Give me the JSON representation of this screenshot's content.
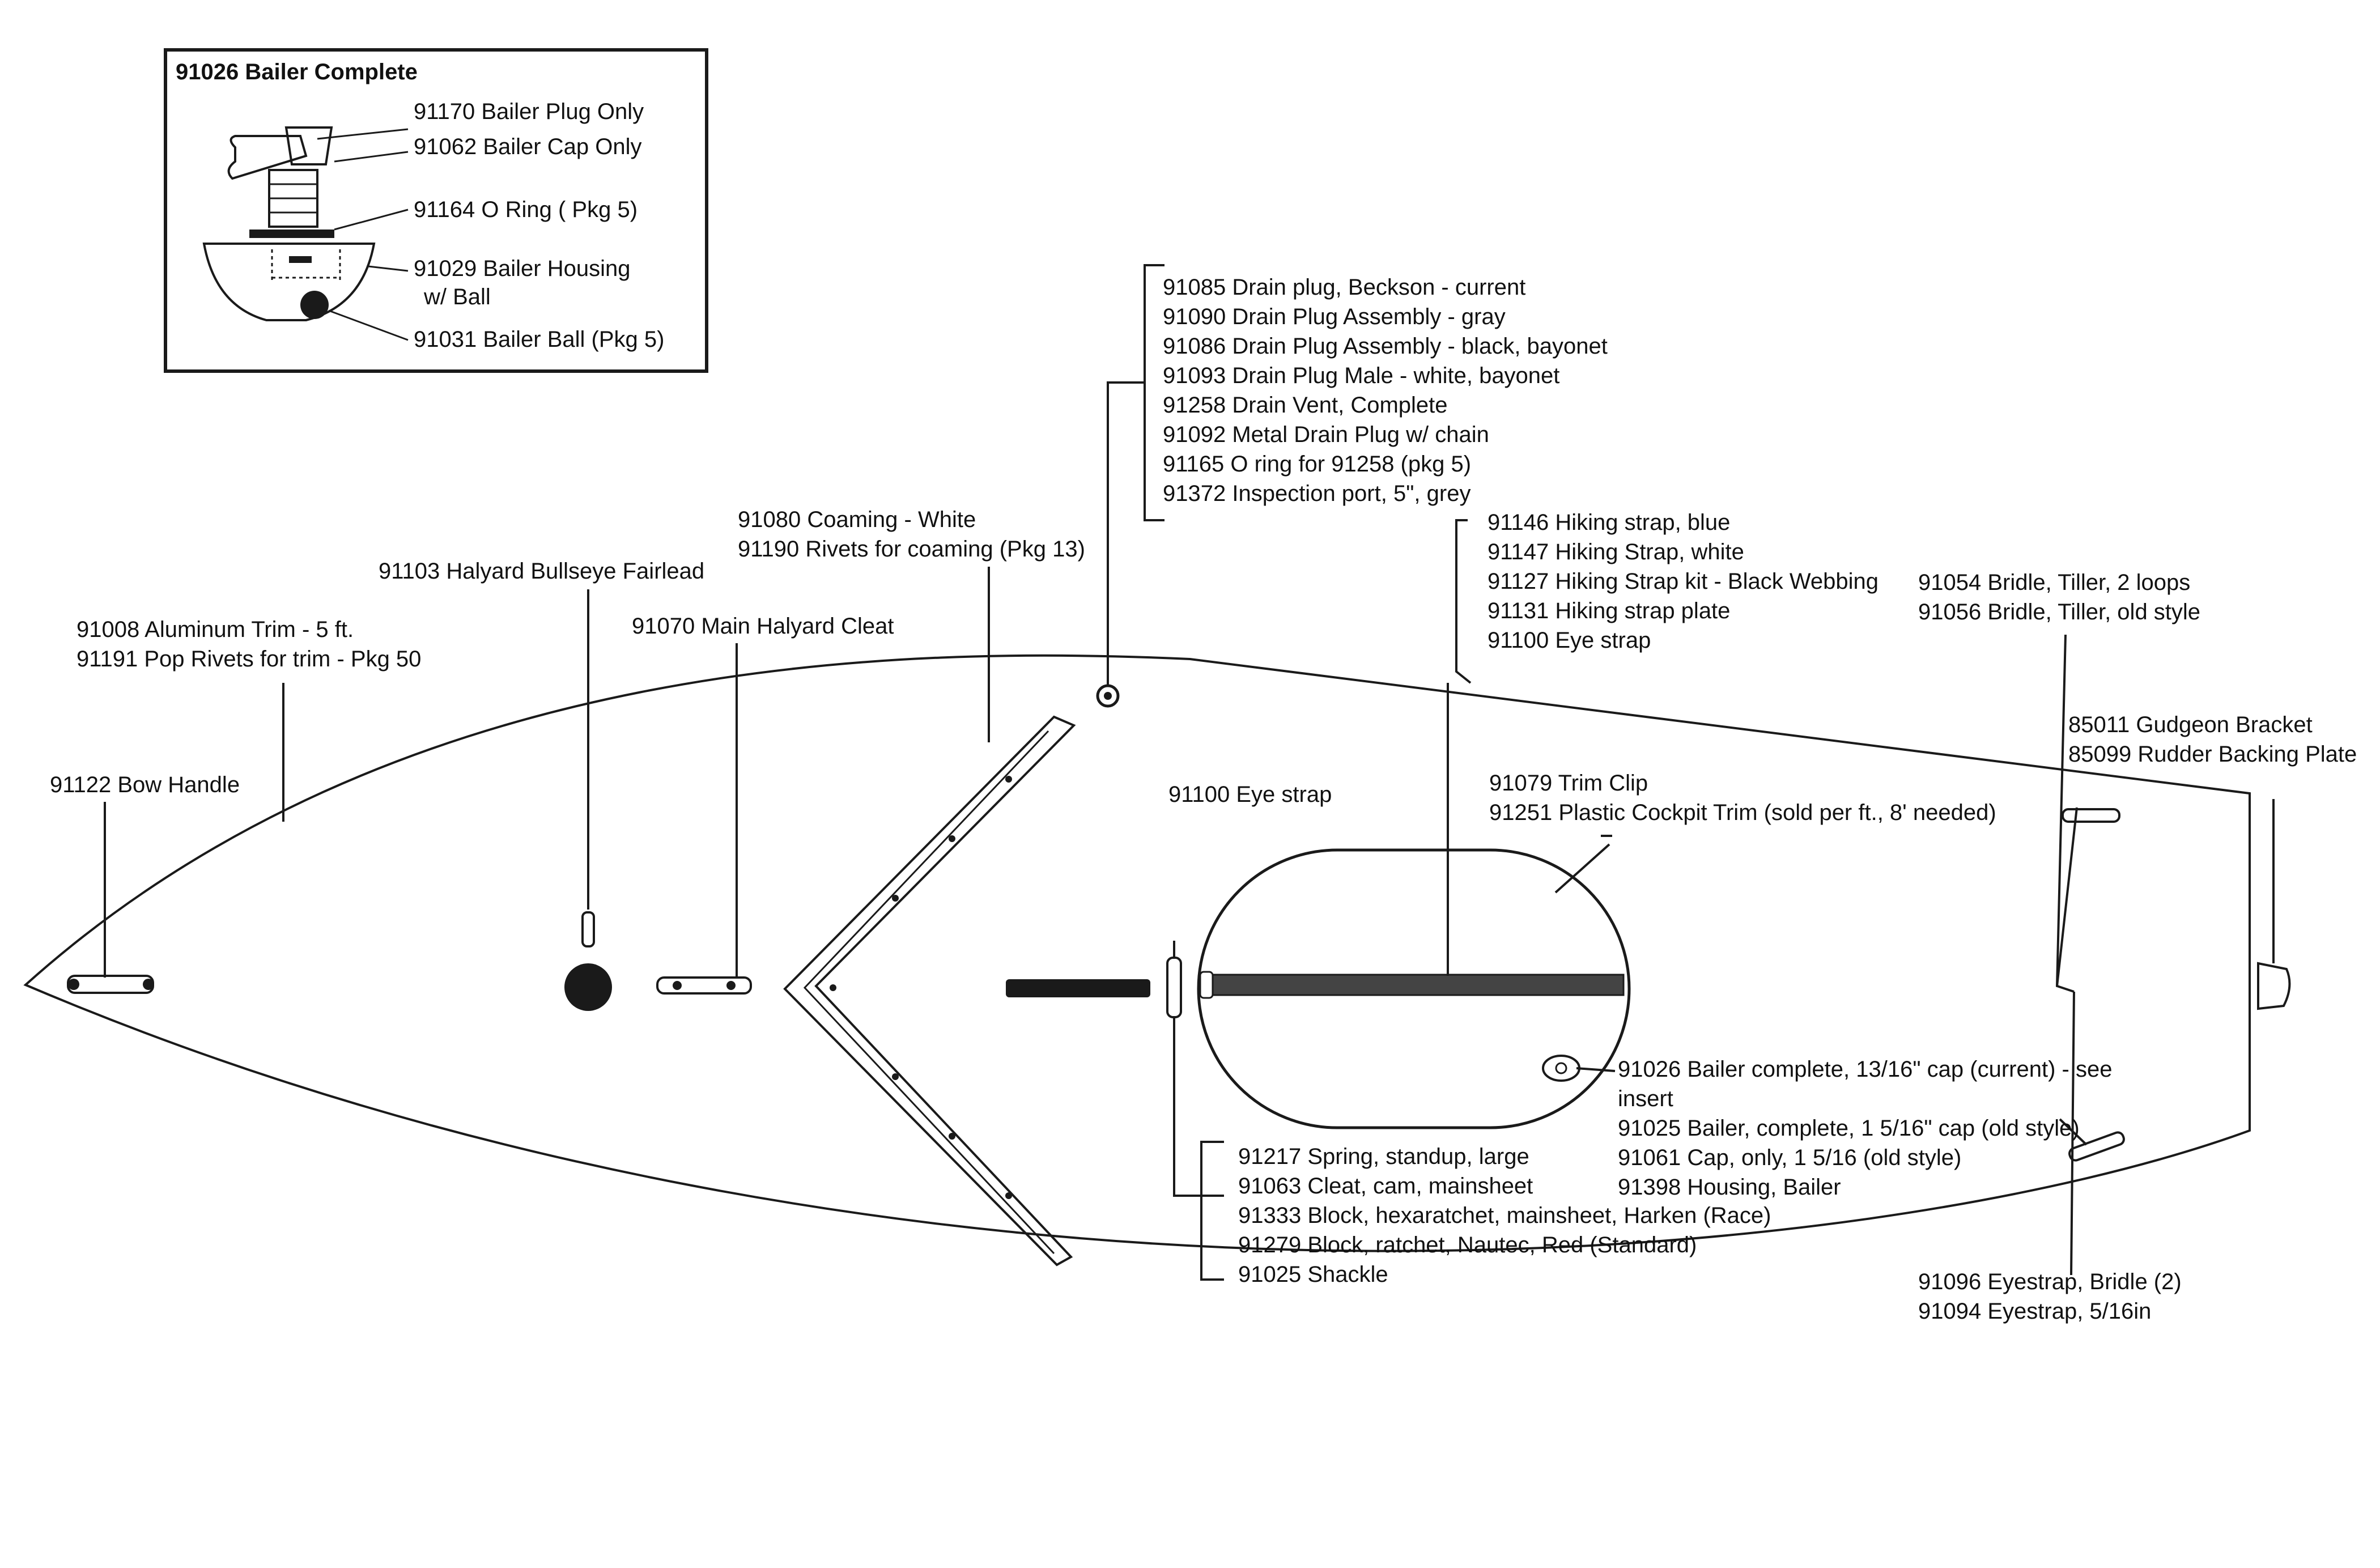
{
  "inset": {
    "title": "91026  Bailer Complete",
    "items": [
      "91170  Bailer Plug Only",
      "91062  Bailer Cap Only",
      "91164  O Ring ( Pkg 5)",
      "91029  Bailer Housing",
      "w/ Ball",
      "91031  Bailer Ball (Pkg 5)"
    ]
  },
  "drain_group": [
    "91085   Drain plug, Beckson - current",
    "91090   Drain Plug Assembly - gray",
    "91086   Drain Plug Assembly - black, bayonet",
    "91093   Drain Plug Male - white, bayonet",
    "91258   Drain Vent, Complete",
    "91092   Metal Drain Plug w/ chain",
    "91165   O ring for 91258 (pkg 5)",
    "91372   Inspection port, 5\", grey"
  ],
  "hiking_group": [
    "91146  Hiking strap, blue",
    "91147  Hiking Strap, white",
    "91127  Hiking Strap kit - Black Webbing",
    "91131  Hiking strap plate",
    "91100  Eye strap"
  ],
  "bridle_group": [
    "91054  Bridle, Tiller, 2 loops",
    "91056  Bridle, Tiller, old style"
  ],
  "gudgeon_group": [
    "85011  Gudgeon Bracket",
    "85099  Rudder Backing Plate"
  ],
  "coaming_group": [
    "91080  Coaming - White",
    "91190  Rivets for coaming (Pkg 13)"
  ],
  "bullseye": "91103  Halyard Bullseye Fairlead",
  "halyard_cleat": "91070  Main Halyard Cleat",
  "trim_group": [
    "91008  Aluminum Trim - 5 ft.",
    "91191  Pop Rivets for trim - Pkg 50"
  ],
  "bow_handle": "91122  Bow Handle",
  "eye_strap": "91100  Eye strap",
  "cockpit_group": [
    "91079  Trim Clip",
    "91251  Plastic Cockpit Trim (sold per ft., 8' needed)"
  ],
  "bailer_group": [
    "91026  Bailer complete, 13/16\" cap (current) - see",
    "insert",
    "91025  Bailer, complete, 1 5/16\" cap (old style)",
    "91061  Cap, only, 1 5/16 (old style)",
    "91398  Housing, Bailer"
  ],
  "mainsheet_group": [
    "91217   Spring, standup, large",
    "91063   Cleat, cam, mainsheet",
    "91333   Block, hexaratchet, mainsheet, Harken (Race)",
    "91279   Block, ratchet, Nautec, Red (Standard)",
    "91025   Shackle"
  ],
  "eyestrap_group": [
    "91096   Eyestrap, Bridle (2)",
    "91094   Eyestrap, 5/16in"
  ]
}
